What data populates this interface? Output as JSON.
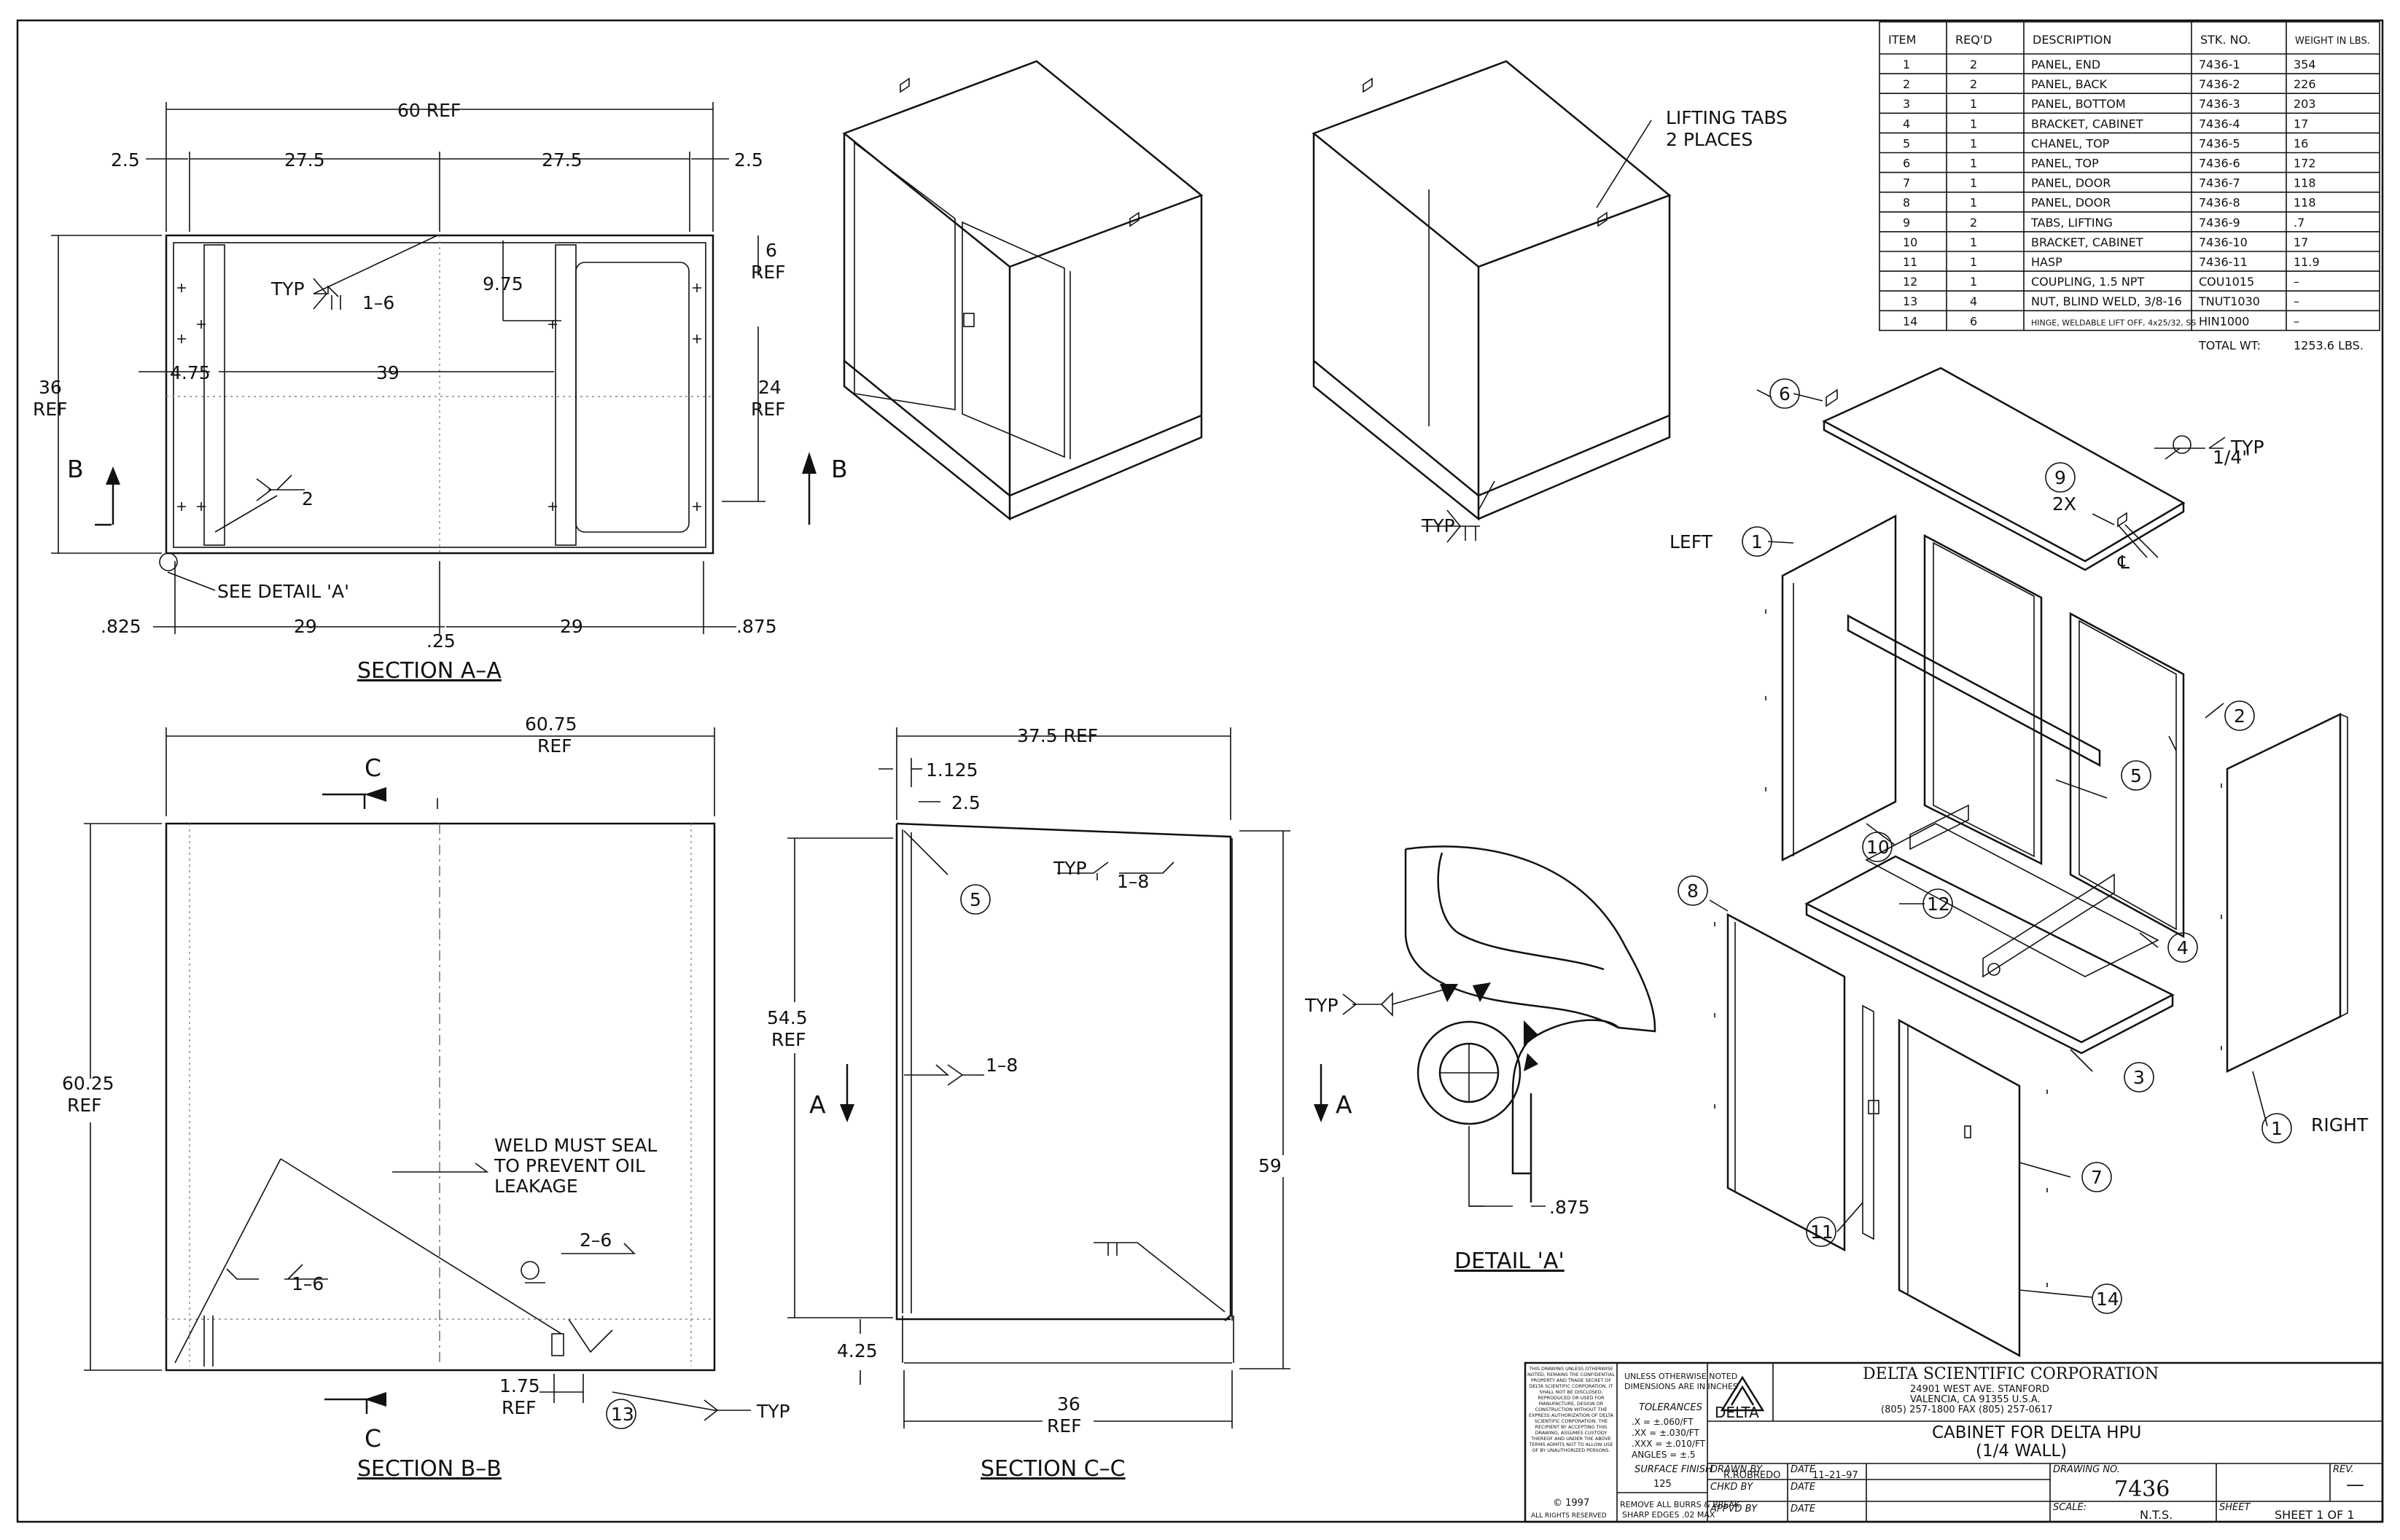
{
  "bom": {
    "headers": [
      "ITEM",
      "REQ'D",
      "DESCRIPTION",
      "STK. NO.",
      "WEIGHT IN LBS."
    ],
    "rows": [
      [
        "1",
        "2",
        "PANEL, END",
        "7436-1",
        "354"
      ],
      [
        "2",
        "2",
        "PANEL, BACK",
        "7436-2",
        "226"
      ],
      [
        "3",
        "1",
        "PANEL, BOTTOM",
        "7436-3",
        "203"
      ],
      [
        "4",
        "1",
        "BRACKET, CABINET",
        "7436-4",
        "17"
      ],
      [
        "5",
        "1",
        "CHANEL, TOP",
        "7436-5",
        "16"
      ],
      [
        "6",
        "1",
        "PANEL, TOP",
        "7436-6",
        "172"
      ],
      [
        "7",
        "1",
        "PANEL, DOOR",
        "7436-7",
        "118"
      ],
      [
        "8",
        "1",
        "PANEL, DOOR",
        "7436-8",
        "118"
      ],
      [
        "9",
        "2",
        "TABS, LIFTING",
        "7436-9",
        ".7"
      ],
      [
        "10",
        "1",
        "BRACKET, CABINET",
        "7436-10",
        "17"
      ],
      [
        "11",
        "1",
        "HASP",
        "7436-11",
        "11.9"
      ],
      [
        "12",
        "1",
        "COUPLING, 1.5 NPT",
        "COU1015",
        "–"
      ],
      [
        "13",
        "4",
        "NUT, BLIND WELD, 3/8-16",
        "TNUT1030",
        "–"
      ],
      [
        "14",
        "6",
        "HINGE, WELDABLE LIFT OFF, 4x25/32, SS",
        "HIN1000",
        "–"
      ]
    ],
    "total_label": "TOTAL WT:",
    "total_value": "1253.6 LBS."
  },
  "section_aa": {
    "title": "SECTION A–A",
    "dims": {
      "overall": "60 REF",
      "left_edge": "2.5",
      "right_edge": "2.5",
      "half_left": "27.5",
      "half_right": "27.5",
      "top_gap": "6",
      "top_gap_ref": "REF",
      "height": "36",
      "height_ref": "REF",
      "inner_h": "24",
      "inner_h_ref": "REF",
      "offset": "9.75",
      "side": "4.75",
      "span": "39",
      "bottom_left": ".825",
      "bottom_l29": "29",
      "bottom_mid": ".25",
      "bottom_r29": "29",
      "bottom_right": ".875"
    },
    "weld_typ": "TYP",
    "weld_1_6": "1–6",
    "weld_2": "2",
    "see_detail": "SEE DETAIL 'A'",
    "cut_left": "B",
    "cut_right": "B"
  },
  "iso_callouts": {
    "lifting": "LIFTING TABS",
    "places": "2 PLACES",
    "typ": "TYP"
  },
  "section_bb": {
    "title": "SECTION B–B",
    "width": "60.75",
    "width_ref": "REF",
    "height": "60.25",
    "height_ref": "REF",
    "cut_top": "C",
    "cut_bottom": "C",
    "note_1": "WELD MUST SEAL",
    "note_2": "TO PREVENT OIL",
    "note_3": "LEAKAGE",
    "weld_2_6": "2–6",
    "weld_1_6": "1–6",
    "dim_175": "1.75",
    "dim_175_ref": "REF",
    "balloon_13": "13",
    "typ": "TYP"
  },
  "section_cc": {
    "title": "SECTION C–C",
    "top": "37.5 REF",
    "d1125": "1.125",
    "d25": "2.5",
    "balloon_5": "5",
    "typ": "TYP",
    "weld_1_8a": "1–8",
    "weld_1_8b": "1–8",
    "h545": "54.5",
    "h545_ref": "REF",
    "h59": "59",
    "d425": "4.25",
    "w36": "36",
    "w36_ref": "REF",
    "cut_left": "A",
    "cut_right": "A"
  },
  "detail_a": {
    "title": "DETAIL 'A'",
    "typ": "TYP",
    "dim": ".875"
  },
  "exploded": {
    "left_label": "LEFT",
    "right_label": "RIGHT",
    "typ": "TYP",
    "weld": "1/4\"",
    "qty_2x": "2X",
    "cl": "℄",
    "balloons": [
      "6",
      "9",
      "1",
      "5",
      "2",
      "10",
      "4",
      "12",
      "8",
      "3",
      "11",
      "7",
      "14",
      "1"
    ]
  },
  "title_block": {
    "notice": "THIS DRAWING UNLESS OTHERWISE NOTED, REMAINS THE CONFIDENTIAL PROPERTY AND TRADE SECRET OF DELTA SCIENTIFIC CORPORATION. IT SHALL NOT BE DISCLOSED, REPRODUCED OR USED FOR MANUFACTURE, DESIGN OR CONSTRUCTION WITHOUT THE EXPRESS AUTHORIZATION OF DELTA SCIENTIFIC CORPORATION. THE RECIPIENT BY ACCEPTING THIS DRAWING, ASSUMES CUSTODY THEREOF AND UNDER THE ABOVE TERMS ADMITS NOT TO ALLOW USE OF BY UNAUTHORIZED PERSONS.",
    "copyright": "© 1997",
    "rights": "ALL RIGHTS RESERVED",
    "units_1": "UNLESS OTHERWISE NOTED",
    "units_2": "DIMENSIONS ARE IN INCHES",
    "tol_title": "TOLERANCES",
    "tol_1": ".X = ±.060/FT",
    "tol_2": ".XX = ±.030/FT",
    "tol_3": ".XXX = ±.010/FT",
    "tol_4": "ANGLES = ±.5",
    "finish": "SURFACE FINISH",
    "finish_val": "125",
    "burrs_1": "REMOVE ALL BURRS & BREAK",
    "burrs_2": "SHARP EDGES .02 MAX",
    "logo": "DELTA",
    "company": "DELTA SCIENTIFIC CORPORATION",
    "addr_1": "24901 WEST AVE. STANFORD",
    "addr_2": "VALENCIA, CA 91355 U.S.A.",
    "addr_3": "(805) 257-1800 FAX (805) 257-0617",
    "title_1": "CABINET FOR DELTA HPU",
    "title_2": "(1/4 WALL)",
    "drawn_label": "DRAWN BY",
    "drawn_val": "R.ROBREDO",
    "date_label": "DATE",
    "date_val": "11–21–97",
    "chkd_label": "CHKD BY",
    "appvd_label": "APPVD BY",
    "dwg_label": "DRAWING NO.",
    "dwg_val": "7436",
    "rev_label": "REV.",
    "rev_val": "—",
    "scale_label": "SCALE:",
    "scale_val": "N.T.S.",
    "sheet_label": "SHEET",
    "sheet_val": "SHEET 1 OF 1"
  }
}
